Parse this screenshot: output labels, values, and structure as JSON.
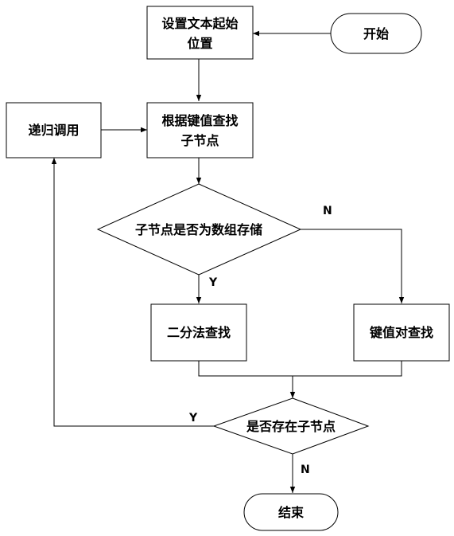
{
  "nodes": {
    "set_start": {
      "line1": "设置文本起始",
      "line2": "位置"
    },
    "start": {
      "label": "开始"
    },
    "recursive": {
      "label": "递归调用"
    },
    "find_child": {
      "line1": "根据键值查找",
      "line2": "子节点"
    },
    "is_array": {
      "label": "子节点是否为数组存储"
    },
    "binary_search": {
      "label": "二分法查找"
    },
    "kv_search": {
      "label": "键值对查找"
    },
    "has_child": {
      "label": "是否存在子节点"
    },
    "end": {
      "label": "结束"
    }
  },
  "edge_labels": {
    "array_no": "N",
    "array_yes": "Y",
    "child_yes": "Y",
    "child_no": "N"
  },
  "colors": {
    "stroke": "#000000",
    "fill": "#ffffff",
    "text": "#000000"
  }
}
